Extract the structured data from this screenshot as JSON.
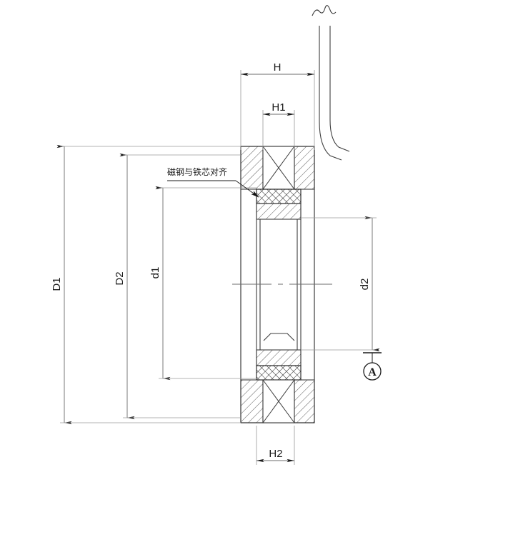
{
  "drawing": {
    "title": "Motor Stator Assembly Cross-Section",
    "background_color": "#ffffff",
    "line_color": "#3c3c3c",
    "dim_line_color": "#8c8c8c",
    "text_color": "#1a1a1a",
    "hatch_color": "#4a4a4a"
  },
  "dimensions": {
    "D1": "D1",
    "D2": "D2",
    "d1": "d1",
    "d2": "d2",
    "H": "H",
    "H1": "H1",
    "H2": "H2"
  },
  "annotations": {
    "note_magnet_alignment": "磁钢与铁芯对齐",
    "datum_a": "A"
  },
  "features": {
    "cable_label": "lead-wire",
    "break_symbol": "wavy-break",
    "winding_symbol": "crossed-box",
    "magnet_symbol": "cross-hatch",
    "core_symbol": "diagonal-hatch",
    "centerline_symbol": "dash-dot"
  }
}
